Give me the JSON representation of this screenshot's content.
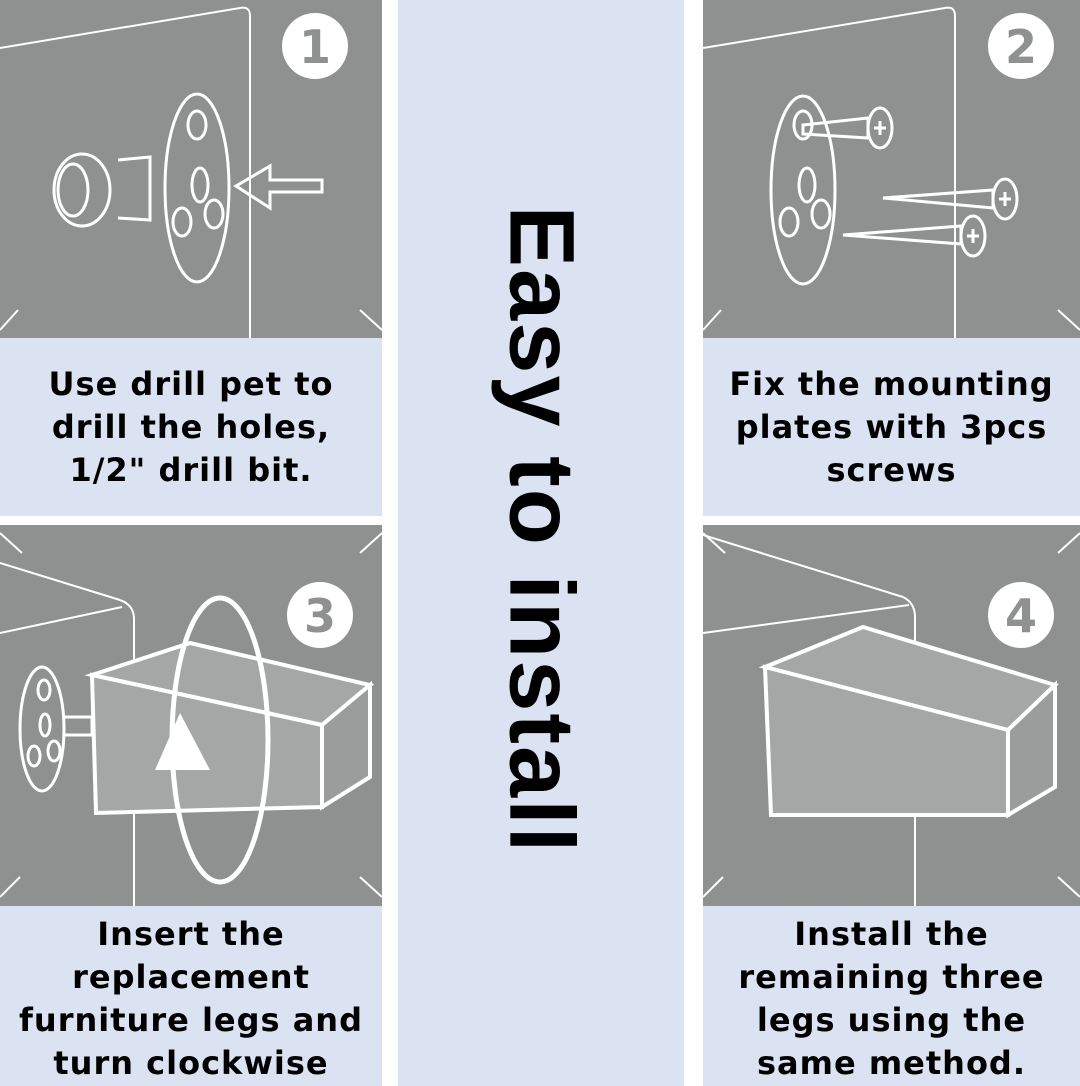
{
  "title": "Easy to install",
  "steps": [
    {
      "number": "1",
      "lines": [
        "Use drill pet to",
        "drill the holes,",
        "1/2\" drill bit."
      ]
    },
    {
      "number": "2",
      "lines": [
        "Fix the mounting",
        "plates with 3pcs",
        "screws"
      ]
    },
    {
      "number": "3",
      "lines": [
        "Insert the",
        "replacement",
        "furniture legs and",
        "turn clockwise"
      ]
    },
    {
      "number": "4",
      "lines": [
        "Install the",
        "remaining three",
        "legs using the",
        "same method."
      ]
    }
  ],
  "colors": {
    "panel_background": "#dbe3f2",
    "illustration_gray": "#8f9190",
    "line_white": "#ffffff",
    "text": "#000000"
  }
}
